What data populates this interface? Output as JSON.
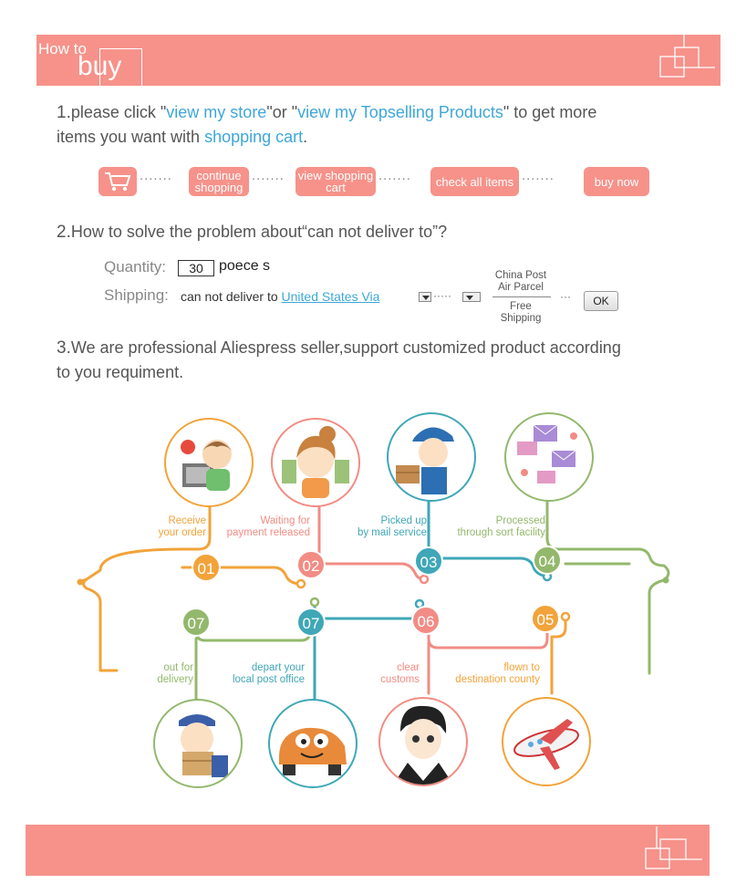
{
  "banner": {
    "logo_how": "How to",
    "logo_buy": "buy"
  },
  "step1": {
    "num": "1.",
    "pre": "please click \"",
    "link1": "view my store",
    "mid": "\"or \"",
    "link2": "view my Topselling Products",
    "post1": "\" to get more",
    "post2": "items you want with ",
    "link3": "shopping cart",
    "end": "."
  },
  "flow": {
    "cart_icon": "cart-icon",
    "btn_continue": "continue shopping",
    "btn_view": "view shopping cart",
    "btn_check": "check all items",
    "btn_buy": "buy now",
    "dots": "·······"
  },
  "step2": {
    "num": "2.",
    "text": "How to solve the problem about“can not deliver to”?",
    "qty_label": "Quantity:",
    "qty_value": "30",
    "qty_unit": "poece s",
    "ship_label": "Shipping:",
    "ship_pre": "can not deliver to ",
    "ship_link": "United States Via",
    "cp_line1": "China Post",
    "cp_line2": "Air Parcel",
    "fs_line1": "Free",
    "fs_line2": "Shipping",
    "ok": "OK",
    "dots": "·····"
  },
  "step3": {
    "num": "3.",
    "line1": "We are professional Aliespress seller,support customized product according",
    "line2": "to you requiment."
  },
  "process": {
    "top": [
      {
        "num": "01",
        "l1": "Receive",
        "l2": "your order",
        "color": "#f2a33a"
      },
      {
        "num": "02",
        "l1": "Waiting for",
        "l2": "payment released",
        "color": "#f28c84"
      },
      {
        "num": "03",
        "l1": "Picked up",
        "l2": "by mail service",
        "color": "#3fa7b7"
      },
      {
        "num": "04",
        "l1": "Processed",
        "l2": "through sort facility",
        "color": "#93b86c"
      }
    ],
    "bottom": [
      {
        "num": "07",
        "l1": "out for",
        "l2": "delivery",
        "color": "#93b86c"
      },
      {
        "num": "07",
        "l1": "depart your",
        "l2": "local post office",
        "color": "#3fa7b7"
      },
      {
        "num": "06",
        "l1": "clear",
        "l2": "customs",
        "color": "#f28c84"
      },
      {
        "num": "05",
        "l1": "flown to",
        "l2": "destination county",
        "color": "#f2a33a"
      }
    ]
  },
  "colors": {
    "banner": "#f6928a",
    "link": "#3ea7d8",
    "orange": "#f2a33a",
    "pink": "#f28c84",
    "teal": "#3fa7b7",
    "green": "#93b86c"
  }
}
